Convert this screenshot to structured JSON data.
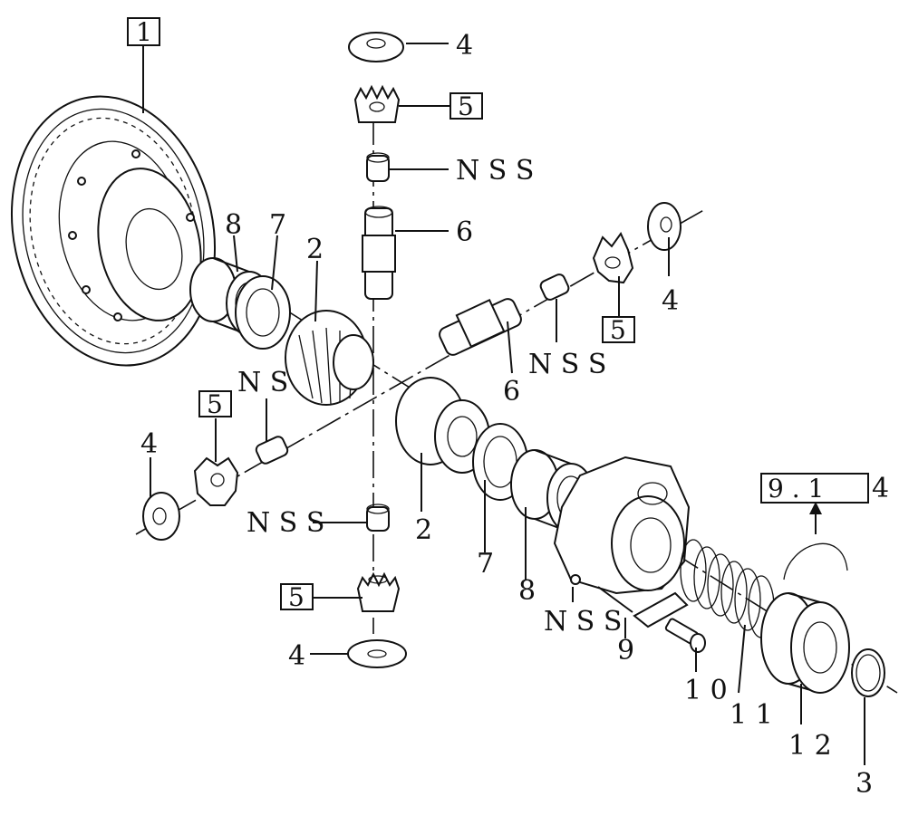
{
  "callouts": {
    "c1": "1",
    "c2a": "2",
    "c2b": "2",
    "c3": "3",
    "c4_top": "4",
    "c4_right": "4",
    "c4_left": "4",
    "c4_bottom": "4",
    "c5_top": "5",
    "c5_right": "5",
    "c5_left": "5",
    "c5_bottom": "5",
    "c6a": "6",
    "c6b": "6",
    "c7a": "7",
    "c7b": "7",
    "c8a": "8",
    "c8b": "8",
    "c9": "9",
    "c10": "1 0",
    "c11": "1 1",
    "c12": "1 2",
    "nss_top": "N S S",
    "nss_right": "N S S",
    "nss_mid": "N S",
    "nss_left": "N S S",
    "nss_bottom": "N S S",
    "ref_box": "9 . 1",
    "ref_suffix": "4"
  },
  "icons": {
    "ring_gear": "ring-gear-icon",
    "side_gear": "side-gear-icon",
    "pinion_gear": "pinion-gear-icon",
    "thrust_washer": "thrust-washer-icon",
    "spring": "coil-spring-icon",
    "clutch_collar": "clutch-collar-icon",
    "snap_ring": "snap-ring-icon",
    "bolt": "bolt-icon",
    "pin": "pin-icon",
    "bushing": "bushing-icon",
    "shaft": "cross-shaft-icon",
    "case": "differential-case-icon",
    "arrow": "up-arrow-icon"
  }
}
